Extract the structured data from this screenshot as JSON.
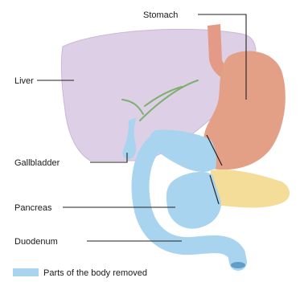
{
  "labels": {
    "stomach": "Stomach",
    "liver": "Liver",
    "gallbladder": "Gallbladder",
    "pancreas": "Pancreas",
    "duodenum": "Duodenum"
  },
  "legend": {
    "label": "Parts of the body removed",
    "color": "#a9d4ef"
  },
  "colors": {
    "liver": "#ddd0e6",
    "liver_outline": "#c9b8d6",
    "stomach": "#e3a087",
    "oesophagus": "#e39a86",
    "pancreas": "#f4dc99",
    "removed": "#a9d4ef",
    "bile_duct": "#7fae6f",
    "leader_line": "#222222"
  }
}
